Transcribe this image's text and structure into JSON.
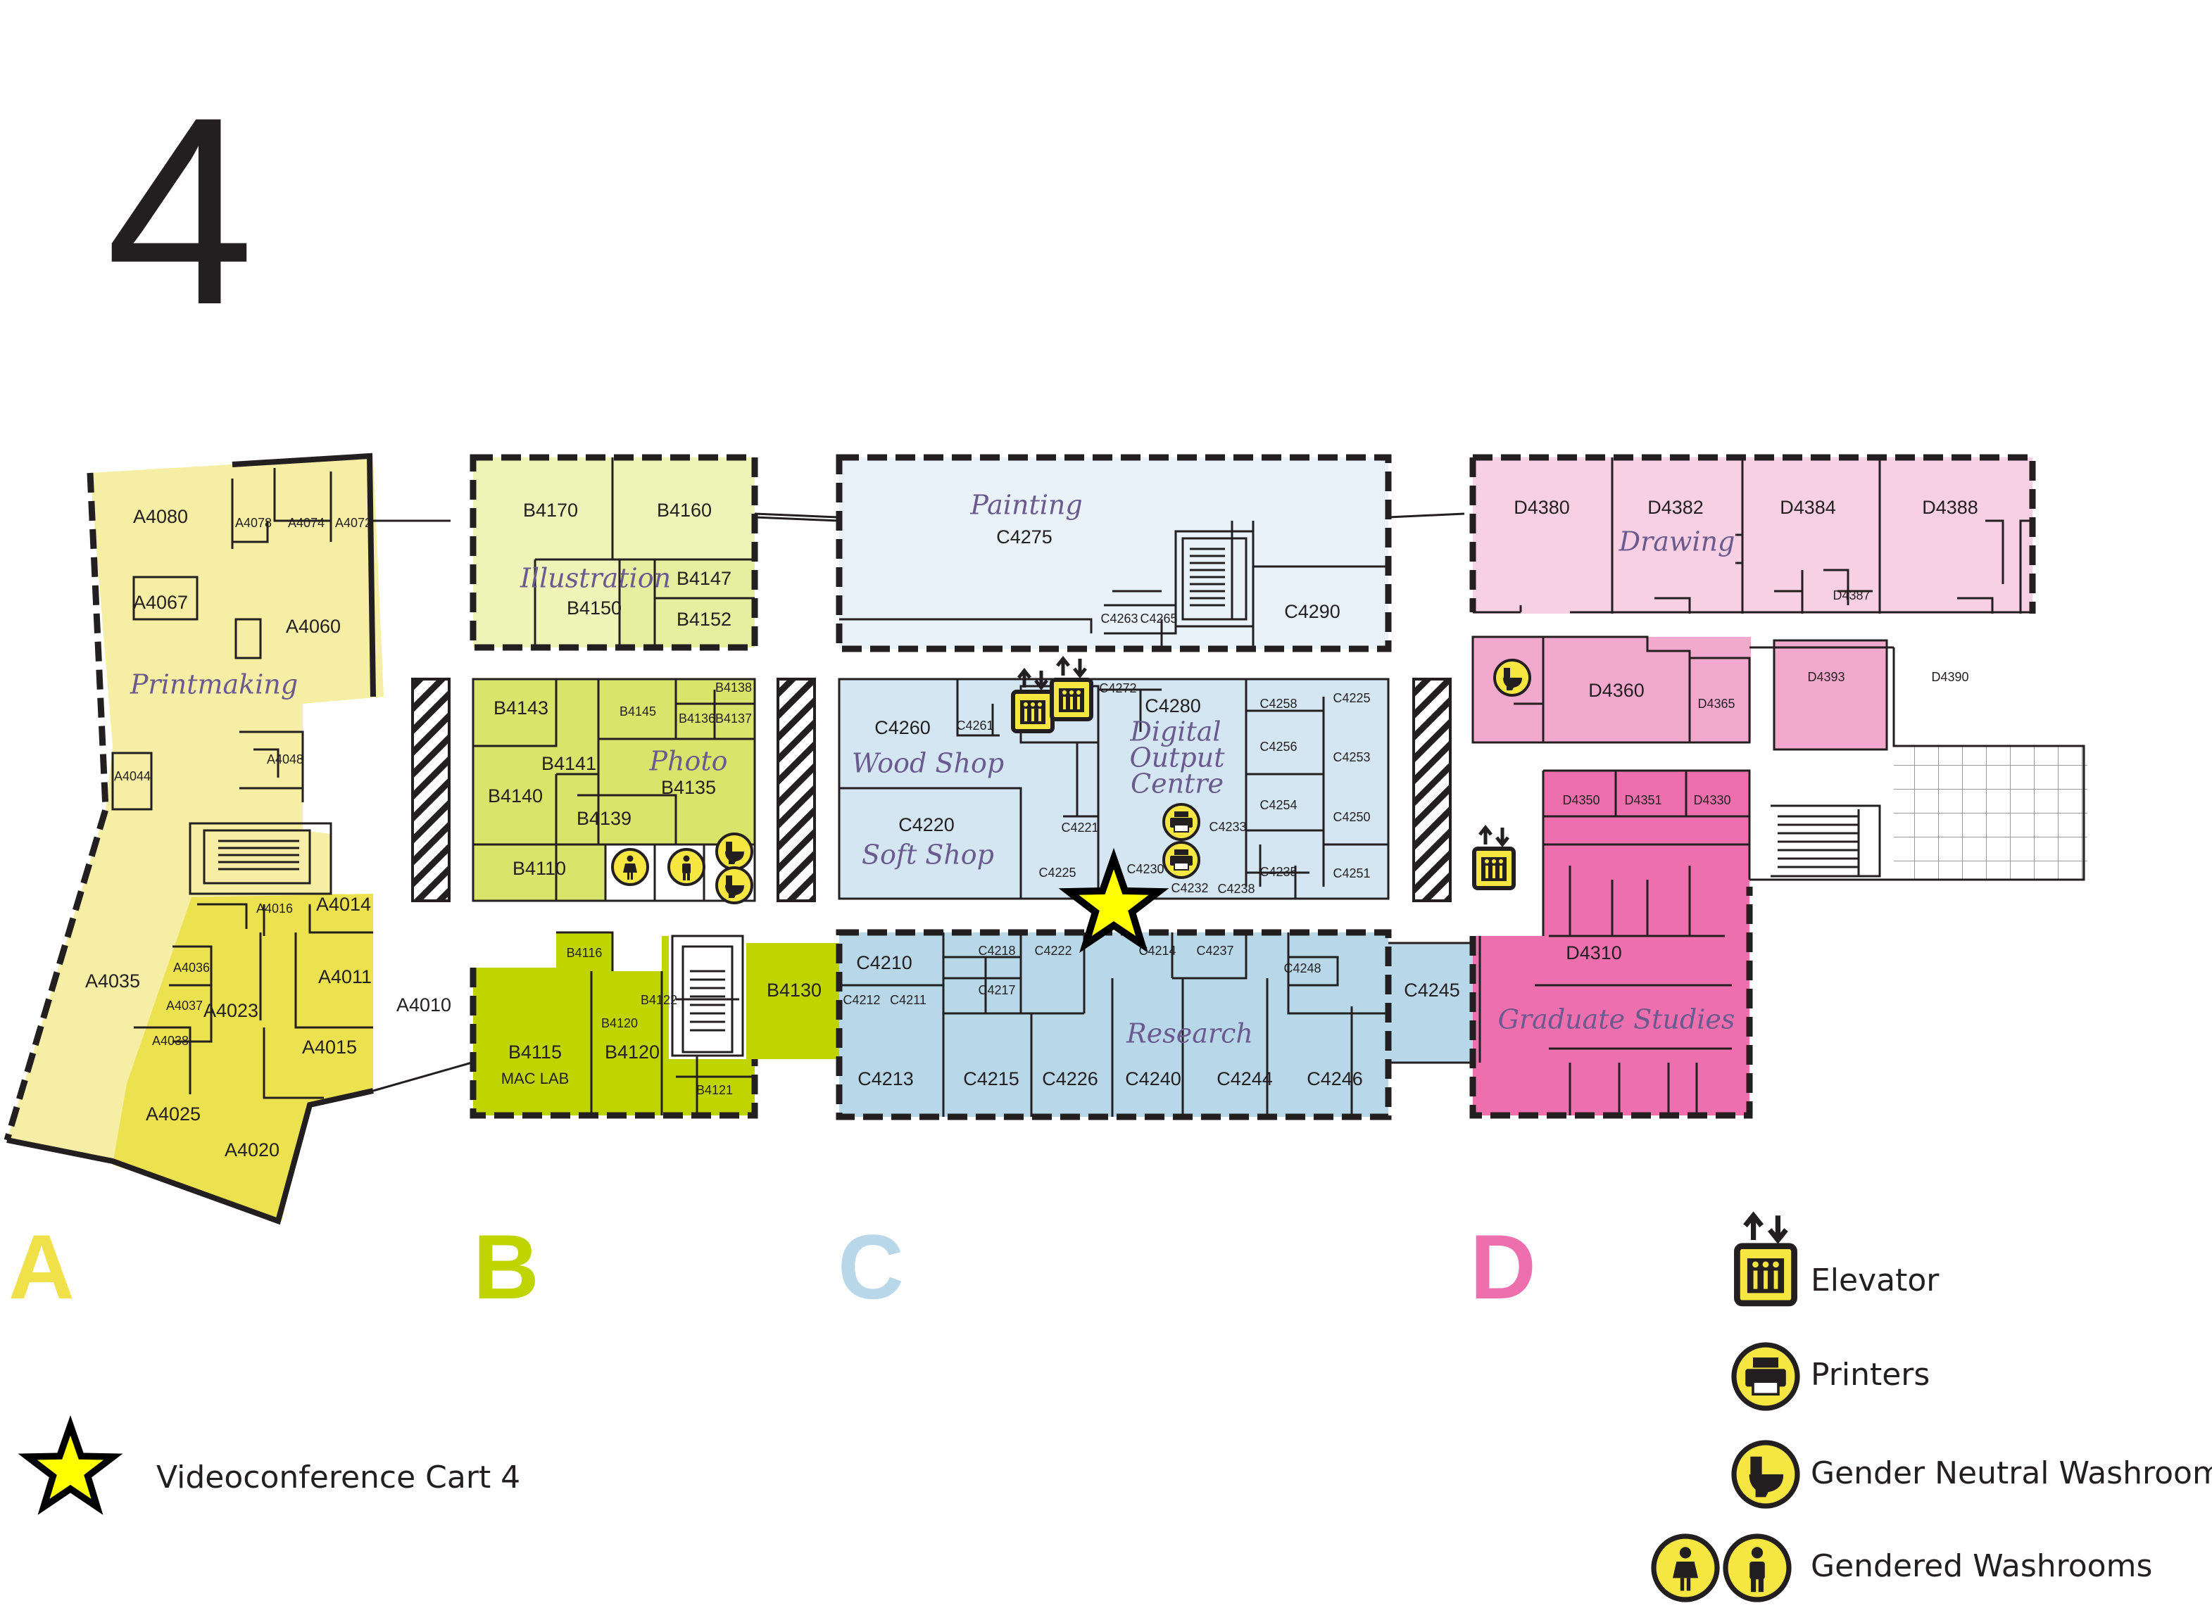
{
  "floor": {
    "number": "4"
  },
  "sections": [
    {
      "letter": "A",
      "color": "#f0e14a"
    },
    {
      "letter": "B",
      "color": "#c0d400"
    },
    {
      "letter": "C",
      "color": "#b8d8ea"
    },
    {
      "letter": "D",
      "color": "#ee6fad"
    }
  ],
  "zones": {
    "printmaking": "Printmaking",
    "illustration": "Illustration",
    "photo": "Photo",
    "painting": "Painting",
    "wood_shop": "Wood Shop",
    "soft_shop": "Soft Shop",
    "digital_output_line1": "Digital",
    "digital_output_line2": "Output",
    "digital_output_line3": "Centre",
    "research": "Research",
    "drawing": "Drawing",
    "graduate_studies": "Graduate Studies"
  },
  "rooms": {
    "A4080": "A4080",
    "A4078": "A4078",
    "A4074": "A4074",
    "A4072": "A4072",
    "A4067": "A4067",
    "A4060": "A4060",
    "A4044": "A4044",
    "A4048": "A4048",
    "A4016": "A4016",
    "A4014": "A4014",
    "A4036": "A4036",
    "A4037": "A4037",
    "A4038": "A4038",
    "A4023": "A4023",
    "A4011": "A4011",
    "A4015": "A4015",
    "A4035": "A4035",
    "A4025": "A4025",
    "A4020": "A4020",
    "A4010": "A4010",
    "B4170": "B4170",
    "B4160": "B4160",
    "B4147": "B4147",
    "B4150": "B4150",
    "B4152": "B4152",
    "B4143": "B4143",
    "B4145": "B4145",
    "B4138": "B4138",
    "B4136": "B4136",
    "B4137": "B4137",
    "B4141": "B4141",
    "B4135": "B4135",
    "B4140": "B4140",
    "B4139": "B4139",
    "B4110": "B4110",
    "B4116": "B4116",
    "B4122": "B4122",
    "B4120s": "B4120",
    "B4115": "B4115",
    "mac_lab": "MAC LAB",
    "B4120": "B4120",
    "B4121": "B4121",
    "B4130": "B4130",
    "C4275": "C4275",
    "C4263": "C4263",
    "C4265": "C4265",
    "C4290": "C4290",
    "C4260": "C4260",
    "C4261": "C4261",
    "C4272": "C4272",
    "C4280": "C4280",
    "C4258": "C4258",
    "C4225a": "C4225",
    "C4256": "C4256",
    "C4253": "C4253",
    "C4220": "C4220",
    "C4221": "C4221",
    "C4233": "C4233",
    "C4254": "C4254",
    "C4250": "C4250",
    "C4225b": "C4225",
    "C4230": "C4230",
    "C4232": "C4232",
    "C4238": "C4238",
    "C4235": "C4235",
    "C4251": "C4251",
    "C4210": "C4210",
    "C4218": "C4218",
    "C4222": "C4222",
    "C4214": "C4214",
    "C4237": "C4237",
    "C4248": "C4248",
    "C4212": "C4212",
    "C4211": "C4211",
    "C4217": "C4217",
    "C4213": "C4213",
    "C4215": "C4215",
    "C4226": "C4226",
    "C4240": "C4240",
    "C4244": "C4244",
    "C4246": "C4246",
    "C4245": "C4245",
    "D4380": "D4380",
    "D4382": "D4382",
    "D4384": "D4384",
    "D4388": "D4388",
    "D4387": "D4387",
    "D4360": "D4360",
    "D4365": "D4365",
    "D4393": "D4393",
    "D4390": "D4390",
    "D4350": "D4350",
    "D4351": "D4351",
    "D4330": "D4330",
    "D4310": "D4310"
  },
  "icons": {
    "elevator": "elevator-icon",
    "printer": "printer-icon",
    "gender_neutral_washroom": "toilet-icon",
    "gendered_washroom_female": "female-icon",
    "gendered_washroom_male": "male-icon",
    "videoconference_cart": "star-icon"
  },
  "legend": {
    "elevator": "Elevator",
    "printers": "Printers",
    "gender_neutral_washroom": "Gender Neutral Washroom",
    "gendered_washrooms": "Gendered Washrooms",
    "videoconference_cart": "Videoconference Cart 4"
  },
  "colors": {
    "a_light": "#f6eea4",
    "a_dark": "#ece24f",
    "b_pale": "#eef4b7",
    "b_light": "#d7e66b",
    "b_dark": "#c0d400",
    "c_pale": "#e9f2f8",
    "c_light": "#d3e6f2",
    "c_dark": "#b8d8ea",
    "d_pale": "#f8d0e3",
    "d_light": "#f3a8ce",
    "d_dark": "#ee6fad",
    "icon_yellow": "#f5e642",
    "star": "#ffff00"
  }
}
